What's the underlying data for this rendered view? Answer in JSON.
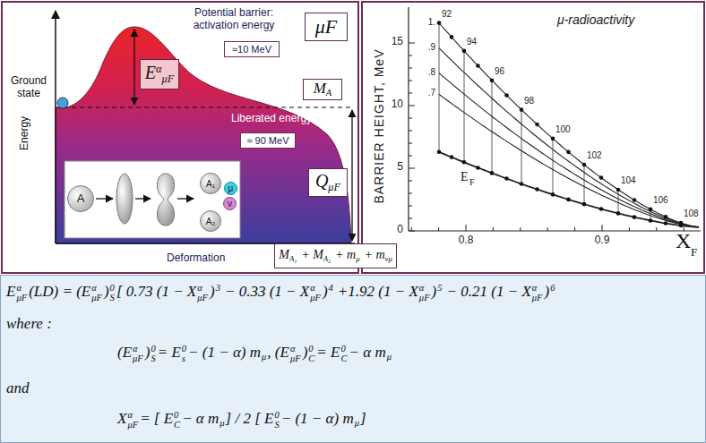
{
  "diagram": {
    "nodes": [
      {
        "text": [
          "μF"
        ]
      },
      {
        "text": [
          "≈10 MeV"
        ]
      },
      {
        "text": [
          "E",
          "α",
          "μF"
        ]
      },
      {
        "text": [
          "M",
          "A"
        ]
      },
      {
        "text": [
          "≈ 90 MeV"
        ]
      },
      {
        "text": [
          "Q",
          "μF"
        ]
      },
      {
        "text": [
          "M",
          "A₁",
          "+ M",
          "A₂",
          "+ m",
          "μ",
          "+ m",
          "νμ"
        ]
      },
      {
        "text": [
          "A"
        ]
      },
      {
        "text": [
          "A₁"
        ]
      },
      {
        "text": [
          "A₂"
        ]
      },
      {
        "text": [
          "μ"
        ]
      },
      {
        "text": [
          "ν"
        ]
      }
    ],
    "labels": [
      "Potential barrier: activation energy",
      "Ground state",
      "Energy",
      "Liberated energy",
      "Deformation",
      "μ-radioactivity",
      "BARRIER HEIGHT, MeV",
      "X",
      "F",
      "E",
      "F",
      "0",
      "5",
      "10",
      "15",
      "0.8",
      "0.9",
      "1.",
      ".9",
      ".8",
      ".7",
      "92",
      "94",
      "96",
      "98",
      "100",
      "102",
      "104",
      "106",
      "108",
      "E",
      "α",
      "μF",
      "(LD) = (E",
      "α",
      "μF",
      ")",
      "0",
      "S",
      "[ 0.73 (1 − X",
      "α",
      "μF",
      ")",
      "3",
      "− 0.33 (1 − X",
      "α",
      "μF",
      ")",
      "4",
      "+1.92 (1 − X",
      "α",
      "μF",
      ")",
      "5",
      "− 0.21 (1 − X",
      "α",
      "μF",
      ")",
      "6",
      "where :",
      "(E",
      "α",
      "μF",
      ")",
      "0",
      "S",
      "= E",
      "0",
      "s",
      "− (1 − α) m",
      "μ",
      ", (E",
      "α",
      "μF",
      ")",
      "0",
      "C",
      "= E",
      "0",
      "C",
      "− α m",
      "μ",
      "and",
      "X",
      "α",
      "μF",
      "= [ E",
      "0",
      "C",
      "− α m",
      "μ",
      "] / 2 [ E",
      "0",
      "S",
      "− (1 − α) m",
      "μ",
      "]"
    ]
  }
}
